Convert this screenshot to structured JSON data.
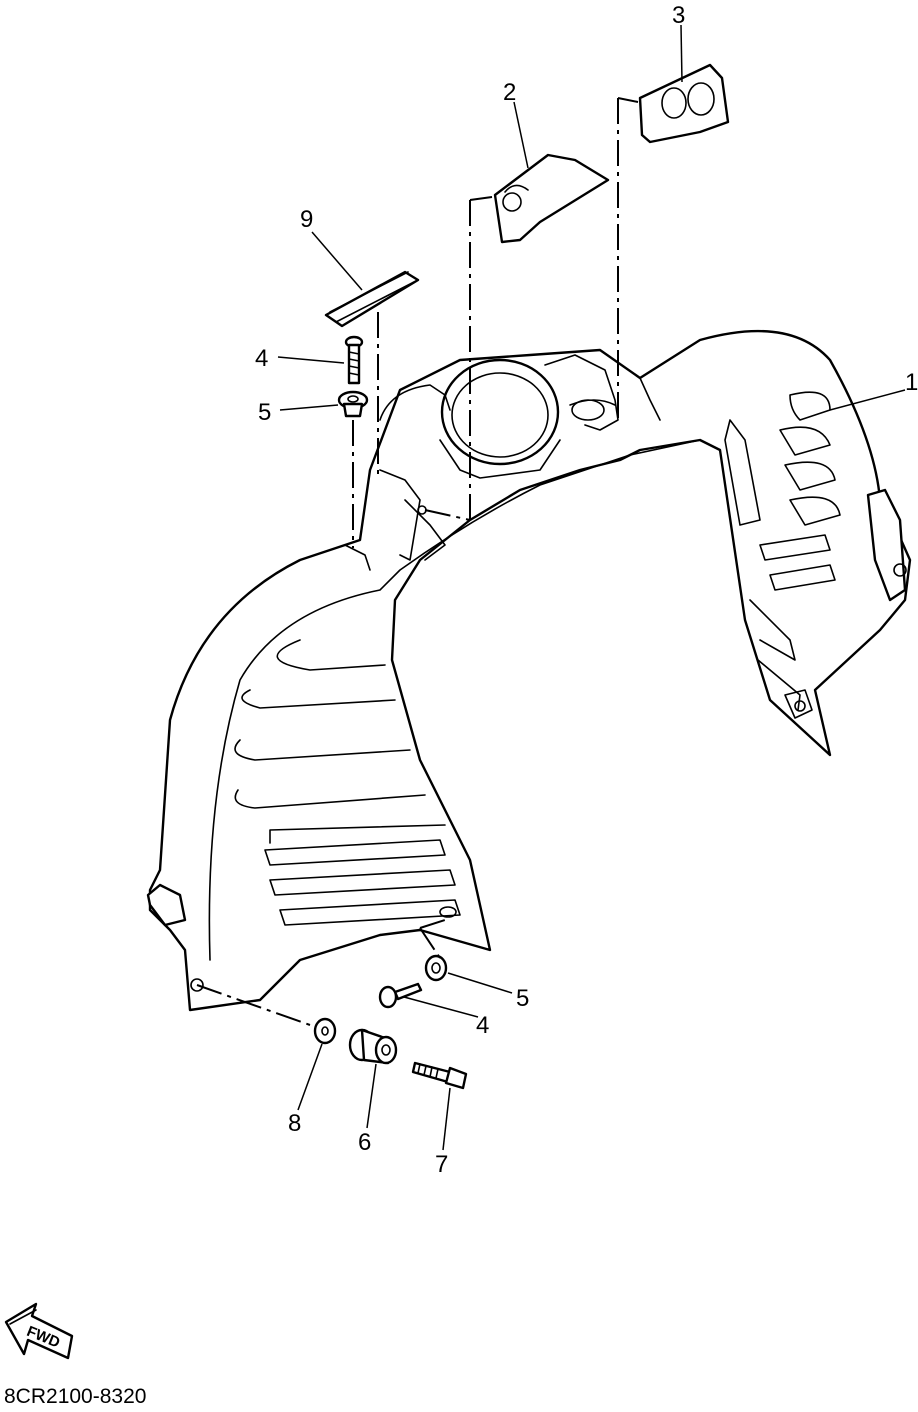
{
  "diagram": {
    "code": "8CR2100-8320",
    "fwd_label": "FWD",
    "callouts": [
      {
        "key": "c1",
        "label": "1"
      },
      {
        "key": "c2",
        "label": "2"
      },
      {
        "key": "c3",
        "label": "3"
      },
      {
        "key": "c4a",
        "label": "4"
      },
      {
        "key": "c5a",
        "label": "5"
      },
      {
        "key": "c4b",
        "label": "4"
      },
      {
        "key": "c5b",
        "label": "5"
      },
      {
        "key": "c6",
        "label": "6"
      },
      {
        "key": "c7",
        "label": "7"
      },
      {
        "key": "c8",
        "label": "8"
      },
      {
        "key": "c9",
        "label": "9"
      }
    ]
  }
}
